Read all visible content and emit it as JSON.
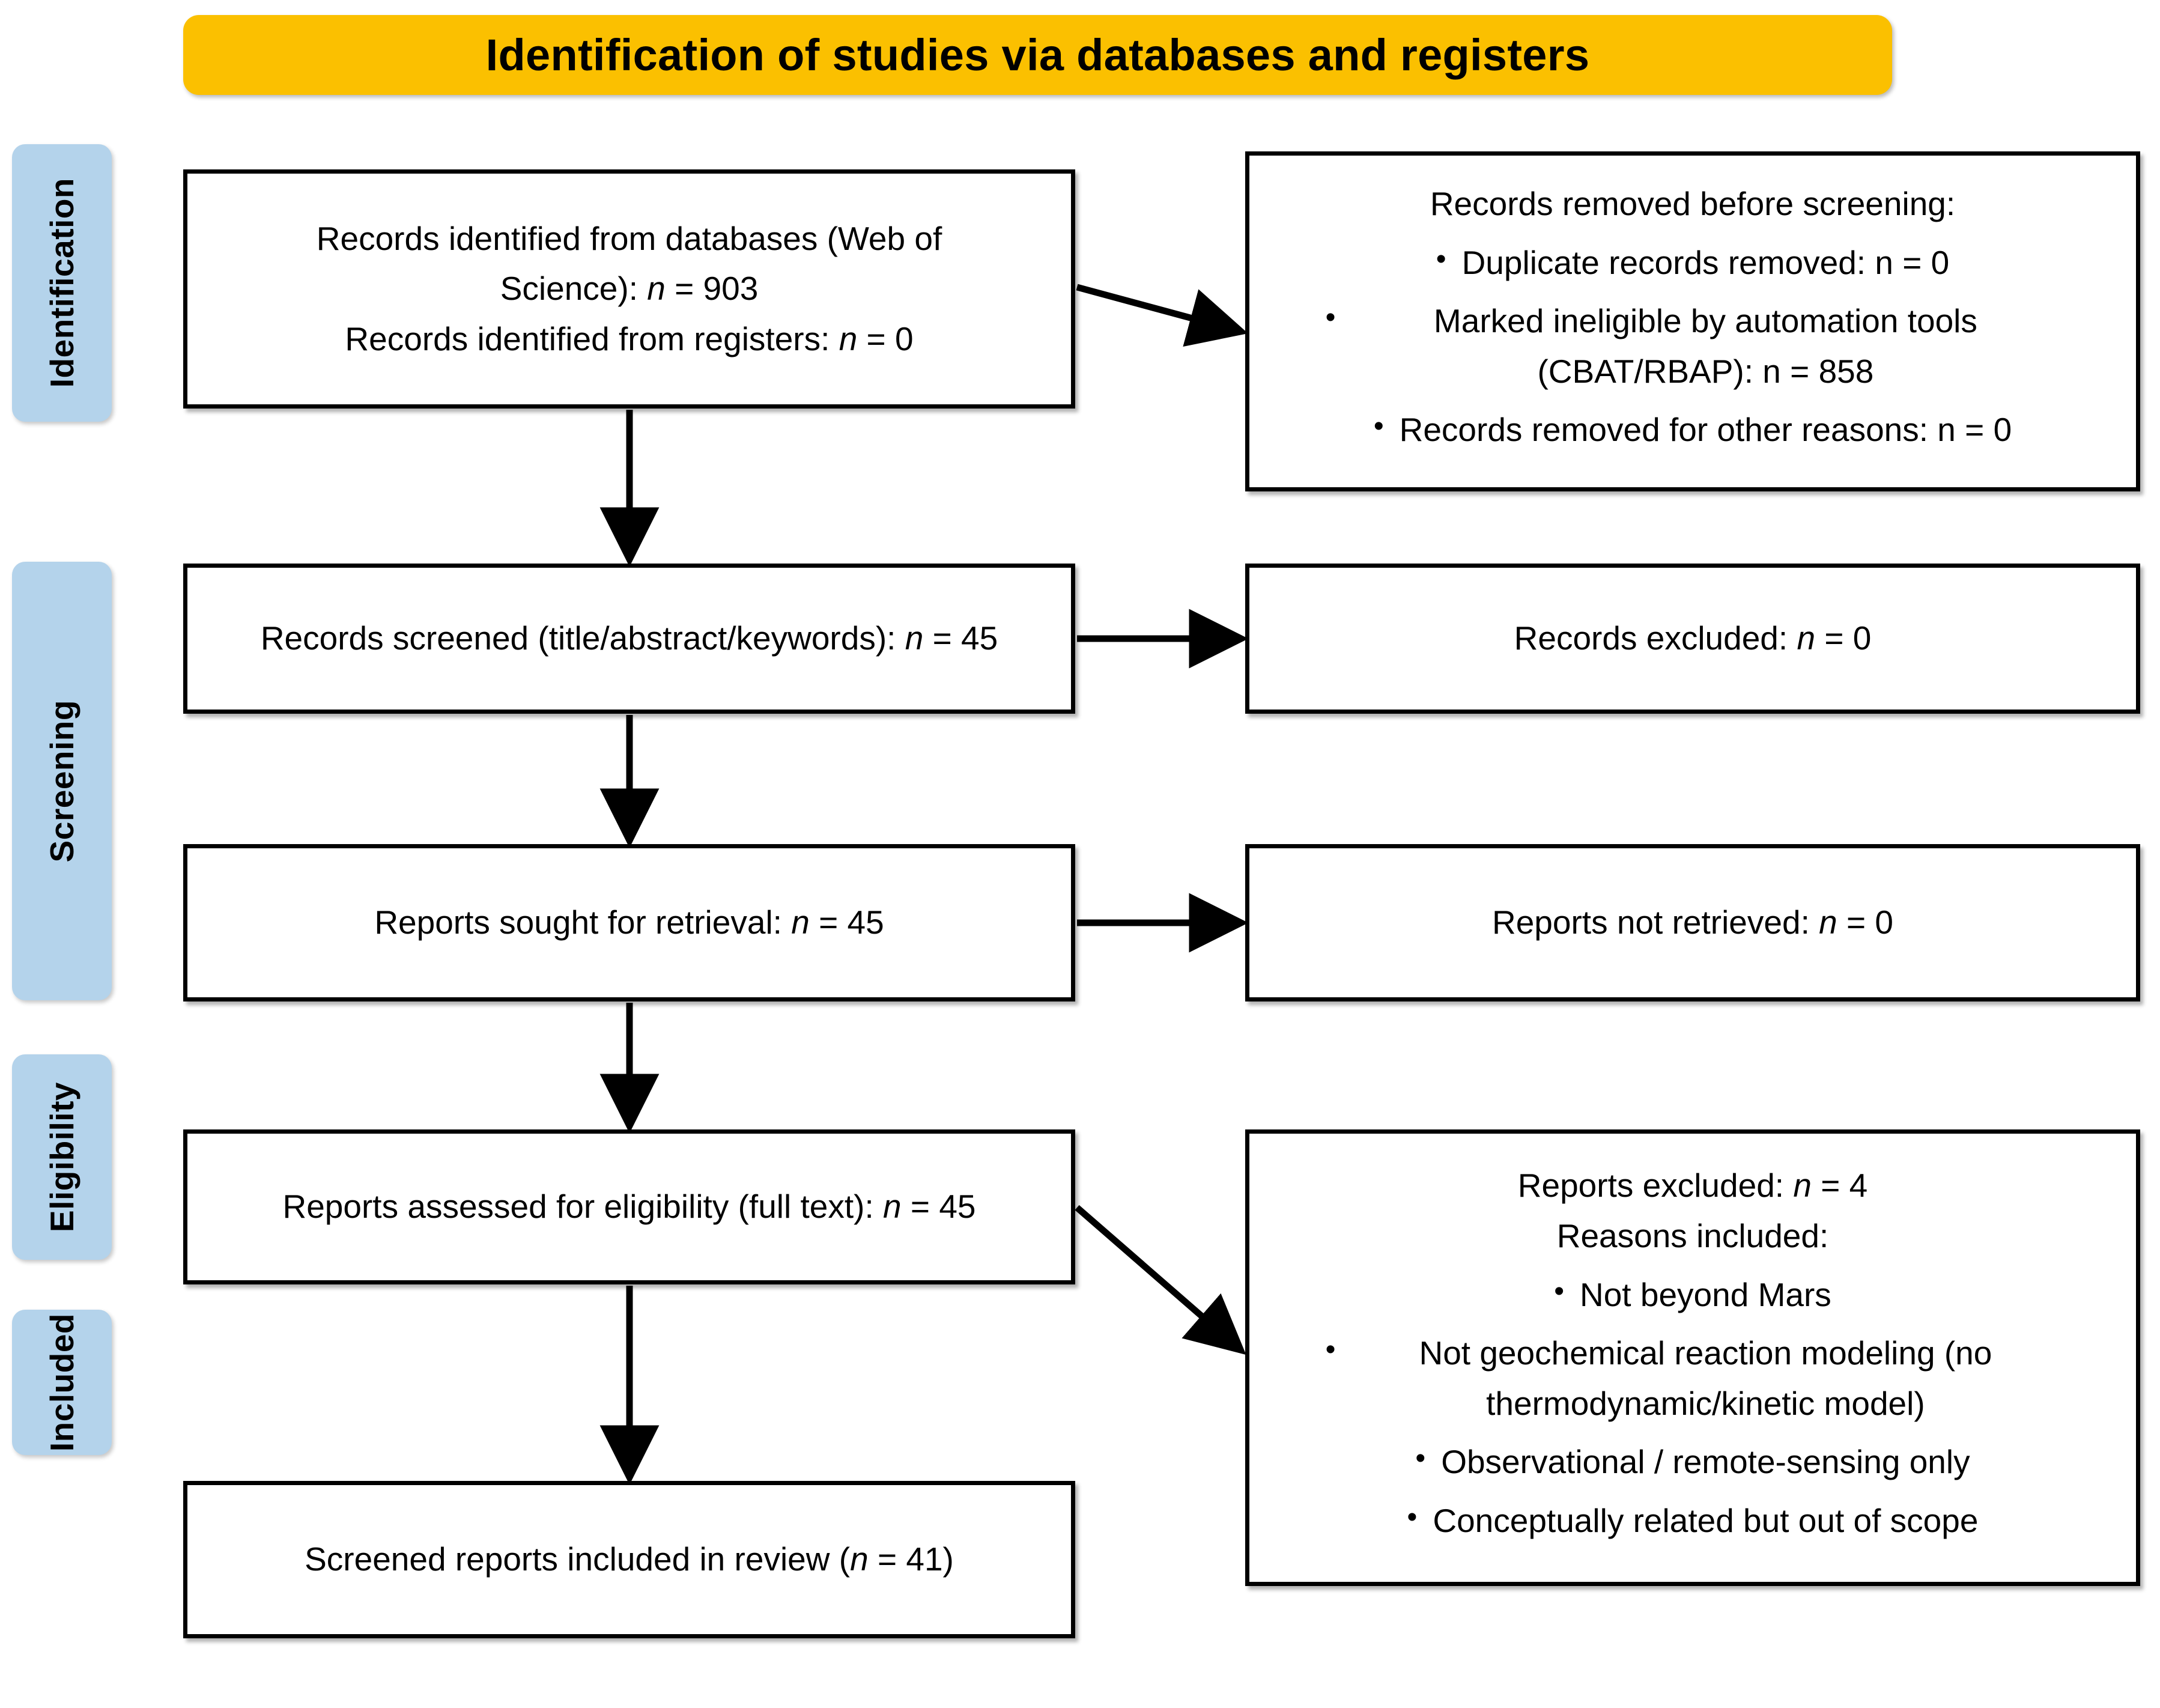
{
  "banner": {
    "title": "Identification of studies via databases and registers"
  },
  "colors": {
    "banner_bg": "#FBC000",
    "stage_tab_bg": "#B4D3EB",
    "box_border": "#000000",
    "box_bg": "#FFFFFF"
  },
  "stages": [
    {
      "key": "identification",
      "label": "Identification"
    },
    {
      "key": "screening",
      "label": "Screening"
    },
    {
      "key": "eligibility",
      "label": "Eligibility"
    },
    {
      "key": "included",
      "label": "Included"
    }
  ],
  "boxes": {
    "identified": {
      "line1": "Records identified from databases (Web of",
      "line2_a": "Science): ",
      "line2_n": "n",
      "line2_b": " = 903",
      "line3_a": "Records identified from registers: ",
      "line3_n": "n",
      "line3_b": " = 0"
    },
    "removed": {
      "heading": "Records removed before screening:",
      "bullets": [
        {
          "dot": "•",
          "text": "Duplicate records removed: n = 0"
        },
        {
          "dot": "•",
          "text": "Marked ineligible by automation tools (CBAT/RBAP): n = 858"
        },
        {
          "dot": "•",
          "text": "Records removed for other reasons: n = 0"
        }
      ]
    },
    "screened": {
      "text_a": "Records screened (title/abstract/keywords): ",
      "n": "n",
      "text_b": " = 45"
    },
    "excluded_scr": {
      "text_a": "Records excluded: ",
      "n": "n",
      "text_b": " = 0"
    },
    "sought": {
      "text_a": "Reports sought for retrieval: ",
      "n": "n",
      "text_b": " = 45"
    },
    "notretrieved": {
      "text_a": "Reports not retrieved: ",
      "n": "n",
      "text_b": " = 0"
    },
    "assessed": {
      "text_a": "Reports assessed for eligibility (full text): ",
      "n": "n",
      "text_b": " = 45"
    },
    "excluded_rep": {
      "heading_a": "Reports excluded: ",
      "heading_n": "n",
      "heading_b": " = 4",
      "subheading": "Reasons included:",
      "bullets": [
        {
          "dot": "•",
          "text": "Not beyond Mars"
        },
        {
          "dot": "•",
          "text": "Not geochemical reaction modeling (no thermodynamic/kinetic model)"
        },
        {
          "dot": "•",
          "text": "Observational / remote-sensing only"
        },
        {
          "dot": "•",
          "text": "Conceptually related but out of scope"
        }
      ]
    },
    "included": {
      "text_a": "Screened reports included in review (",
      "n": "n",
      "text_b": " = 41)"
    }
  }
}
